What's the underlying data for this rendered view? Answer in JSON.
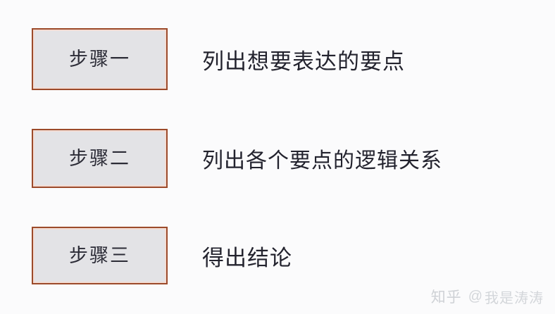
{
  "slide": {
    "background_color": "#fbfbfc",
    "box_fill_color": "#e3e3e6",
    "box_border_color": "#9c4a2a",
    "box_inner_edge_color": "#f2dcd4",
    "text_color": "#23232e"
  },
  "steps": [
    {
      "label": "步骤一",
      "description": "列出想要表达的要点"
    },
    {
      "label": "步骤二",
      "description": "列出各个要点的逻辑关系"
    },
    {
      "label": "步骤三",
      "description": "得出结论"
    }
  ],
  "watermark": {
    "brand": "知乎",
    "at": "@",
    "user": "我是涛涛",
    "color": "#cfd2d6"
  }
}
